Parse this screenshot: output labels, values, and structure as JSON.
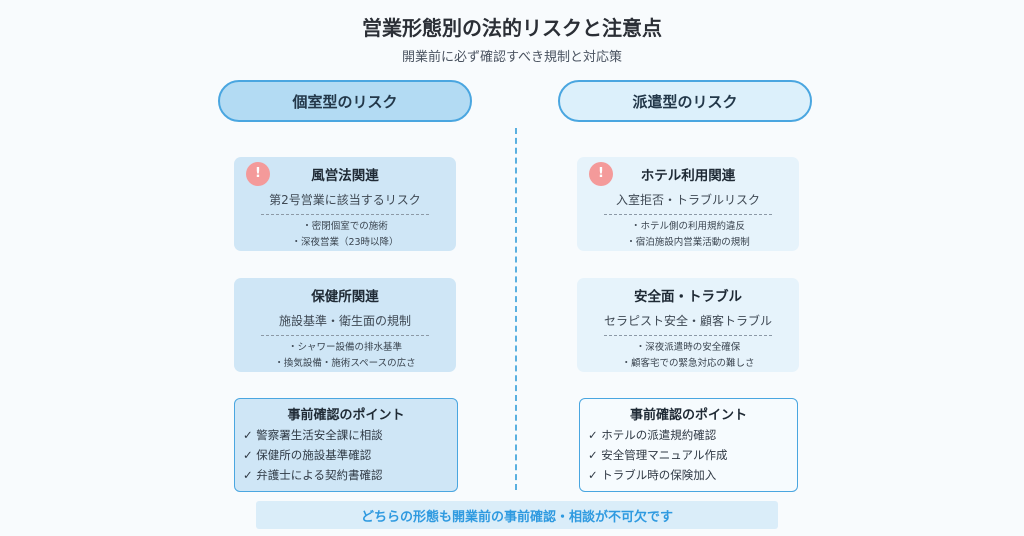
{
  "title": "営業形態別の法的リスクと注意点",
  "subtitle": "開業前に必ず確認すべき規制と対応策",
  "left": {
    "header": "個室型のリスク",
    "cards": [
      {
        "title": "風営法関連",
        "subtitle": "第2号営業に該当するリスク",
        "bullets": [
          "・密閉個室での施術",
          "・深夜営業（23時以降）"
        ],
        "alert": "!"
      },
      {
        "title": "保健所関連",
        "subtitle": "施設基準・衛生面の規制",
        "bullets": [
          "・シャワー設備の排水基準",
          "・換気設備・施術スペースの広さ"
        ]
      }
    ],
    "points": {
      "title": "事前確認のポイント",
      "items": [
        "✓ 警察署生活安全課に相談",
        "✓ 保健所の施設基準確認",
        "✓ 弁護士による契約書確認"
      ]
    }
  },
  "right": {
    "header": "派遣型のリスク",
    "cards": [
      {
        "title": "ホテル利用関連",
        "subtitle": "入室拒否・トラブルリスク",
        "bullets": [
          "・ホテル側の利用規約違反",
          "・宿泊施設内営業活動の規制"
        ],
        "alert": "!"
      },
      {
        "title": "安全面・トラブル",
        "subtitle": "セラピスト安全・顧客トラブル",
        "bullets": [
          "・深夜派遣時の安全確保",
          "・顧客宅での緊急対応の難しさ"
        ]
      }
    ],
    "points": {
      "title": "事前確認のポイント",
      "items": [
        "✓ ホテルの派遣規約確認",
        "✓ 安全管理マニュアル作成",
        "✓ トラブル時の保険加入"
      ]
    }
  },
  "footer": "どちらの形態も開業前の事前確認・相談が不可欠です"
}
